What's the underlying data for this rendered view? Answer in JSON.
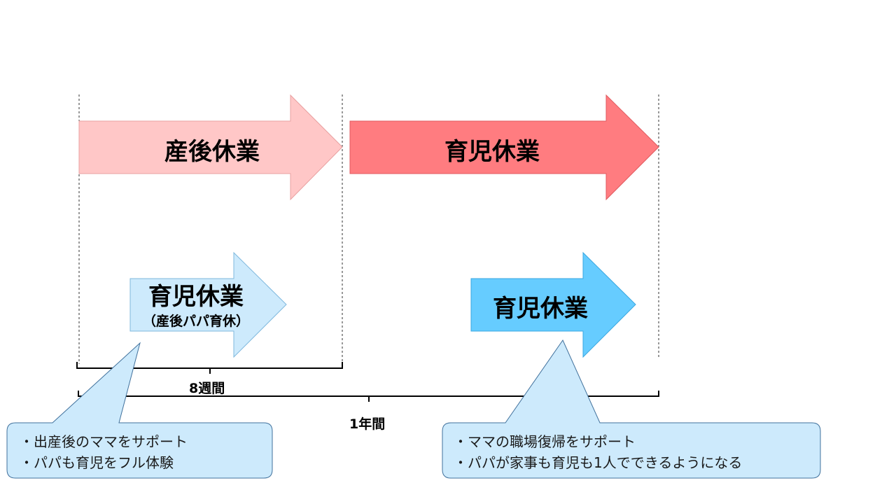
{
  "arrows": {
    "postpartum_leave": {
      "label": "産後休業",
      "color": "#ffc7c7"
    },
    "childcare_leave_main": {
      "label": "育児休業",
      "color": "#ff7c80"
    },
    "papa_leave_1": {
      "label": "育児休業",
      "sublabel": "（産後パパ育休）",
      "color": "#cdeafc"
    },
    "papa_leave_2": {
      "label": "育児休業",
      "color": "#66ccff"
    }
  },
  "spans": {
    "weeks": "8週間",
    "year": "1年間"
  },
  "notes": {
    "left": {
      "lines": [
        "・出産後のママをサポート",
        "・パパも育児をフル体験"
      ],
      "fill": "#cdeafc"
    },
    "right": {
      "lines": [
        "・ママの職場復帰をサポート",
        "・パパが家事も育児も1人でできるようになる"
      ],
      "fill": "#cdeafc"
    }
  }
}
